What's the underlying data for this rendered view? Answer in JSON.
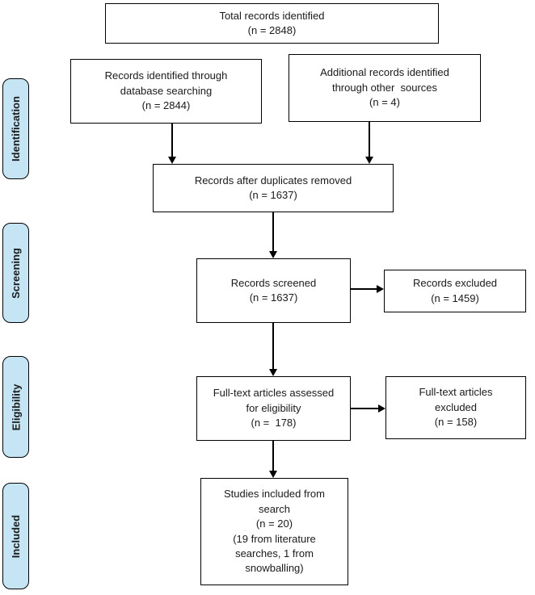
{
  "stages": [
    {
      "label": "Identification"
    },
    {
      "label": "Screening"
    },
    {
      "label": "Eligibility"
    },
    {
      "label": "Included"
    }
  ],
  "boxes": {
    "total": {
      "lines": [
        "Total records identified",
        "(n = 2848)"
      ]
    },
    "database": {
      "lines": [
        "Records identified through",
        "database searching",
        "(n = 2844)"
      ]
    },
    "other_sources": {
      "lines": [
        "Additional records identified",
        "through other  sources",
        "(n = 4)"
      ]
    },
    "duplicates_removed": {
      "lines": [
        "Records after duplicates removed",
        "(n = 1637)"
      ]
    },
    "screened": {
      "lines": [
        "Records screened",
        "(n = 1637)"
      ]
    },
    "records_excluded": {
      "lines": [
        "Records excluded",
        "(n = 1459)"
      ]
    },
    "fulltext_assessed": {
      "lines": [
        "Full-text articles assessed",
        "for eligibility",
        "(n =  178)"
      ]
    },
    "fulltext_excluded": {
      "lines": [
        "Full-text articles",
        "excluded",
        "(n = 158)"
      ]
    },
    "studies_included": {
      "lines": [
        "Studies included from",
        "search",
        "(n = 20)",
        "(19 from literature",
        "searches, 1 from",
        "snowballing)"
      ]
    }
  },
  "colors": {
    "stage_fill": "#c5e5f5",
    "stage_border": "#000000",
    "box_border": "#000000",
    "arrow": "#000000"
  }
}
